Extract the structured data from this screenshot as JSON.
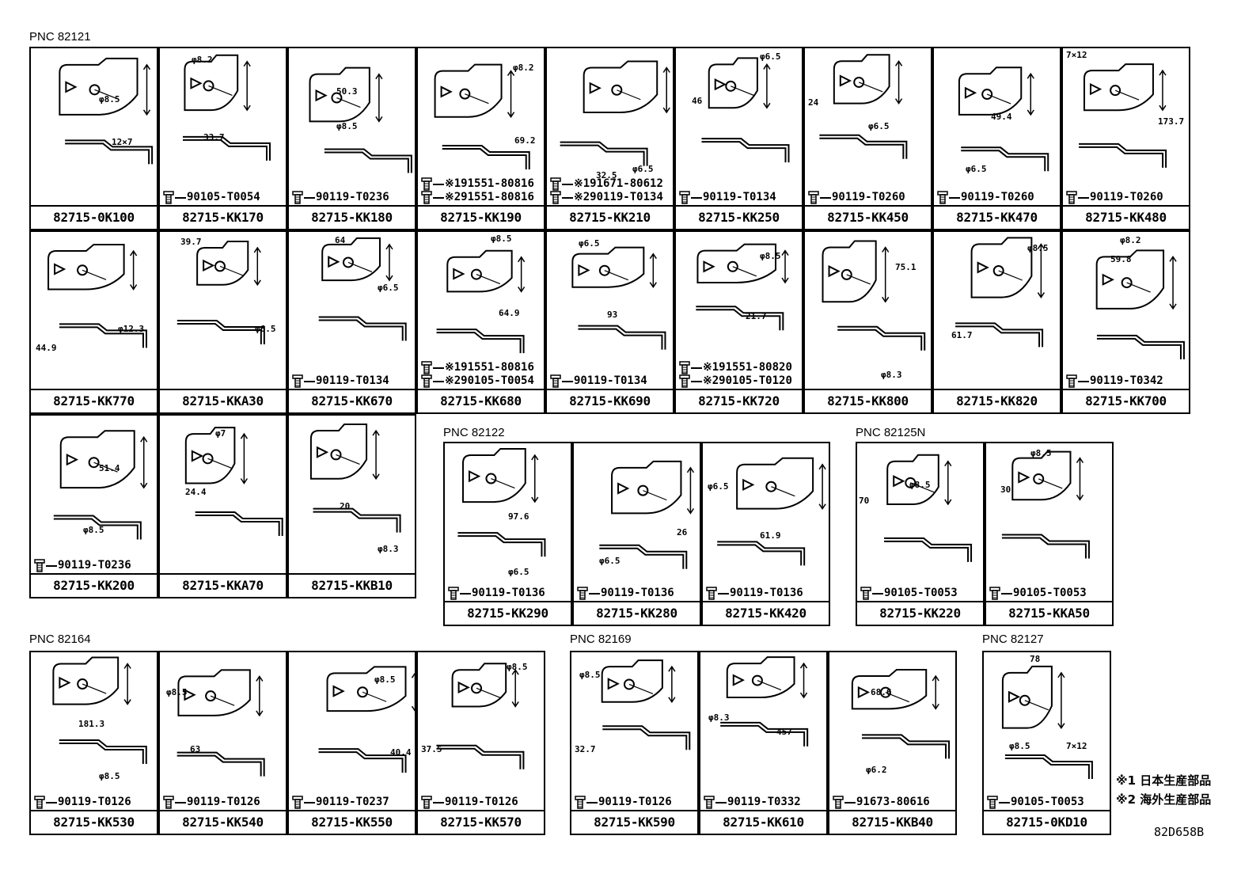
{
  "groups": [
    {
      "title": "PNC 82121",
      "cells": [
        {
          "part": "82715-0K100",
          "dims": [
            "φ8.5",
            "12×7"
          ],
          "bolts": []
        },
        {
          "part": "82715-KK170",
          "dims": [
            "φ8.2",
            "33.7"
          ],
          "bolts": [
            "90105-T0054"
          ]
        },
        {
          "part": "82715-KK180",
          "dims": [
            "50.3",
            "φ8.5"
          ],
          "bolts": [
            "90119-T0236"
          ]
        },
        {
          "part": "82715-KK190",
          "dims": [
            "φ8.2",
            "69.2"
          ],
          "bolts": [
            "※191551-80816",
            "※291551-80816"
          ]
        },
        {
          "part": "82715-KK210",
          "dims": [
            "32.5",
            "φ6.5"
          ],
          "bolts": [
            "※191671-80612",
            "※290119-T0134"
          ]
        },
        {
          "part": "82715-KK250",
          "dims": [
            "φ6.5",
            "46"
          ],
          "bolts": [
            "90119-T0134"
          ]
        },
        {
          "part": "82715-KK450",
          "dims": [
            "24",
            "φ6.5"
          ],
          "bolts": [
            "90119-T0260"
          ]
        },
        {
          "part": "82715-KK470",
          "dims": [
            "49.4",
            "φ6.5"
          ],
          "bolts": [
            "90119-T0260"
          ]
        },
        {
          "part": "82715-KK480",
          "dims": [
            "7×12",
            "173.7"
          ],
          "bolts": [
            "90119-T0260"
          ]
        },
        {
          "part": "82715-KK770",
          "dims": [
            "φ12.3",
            "44.9"
          ],
          "bolts": []
        },
        {
          "part": "82715-KKA30",
          "dims": [
            "39.7",
            "φ6.5"
          ],
          "bolts": []
        },
        {
          "part": "82715-KK670",
          "dims": [
            "64",
            "φ6.5"
          ],
          "bolts": [
            "90119-T0134"
          ]
        },
        {
          "part": "82715-KK680",
          "dims": [
            "φ8.5",
            "64.9"
          ],
          "bolts": [
            "※191551-80816",
            "※290105-T0054"
          ]
        },
        {
          "part": "82715-KK690",
          "dims": [
            "φ6.5",
            "93"
          ],
          "bolts": [
            "90119-T0134"
          ]
        },
        {
          "part": "82715-KK720",
          "dims": [
            "φ8.5",
            "21.7"
          ],
          "bolts": [
            "※191551-80820",
            "※290105-T0120"
          ]
        },
        {
          "part": "82715-KK800",
          "dims": [
            "75.1",
            "φ8.3"
          ],
          "bolts": []
        },
        {
          "part": "82715-KK820",
          "dims": [
            "φ8.5",
            "61.7"
          ],
          "bolts": []
        },
        {
          "part": "82715-KK700",
          "dims": [
            "φ8.2",
            "59.8"
          ],
          "bolts": [
            "90119-T0342"
          ]
        },
        {
          "part": "82715-KK200",
          "dims": [
            "51.4",
            "φ8.5"
          ],
          "bolts": [
            "90119-T0236"
          ]
        },
        {
          "part": "82715-KKA70",
          "dims": [
            "φ7",
            "24.4"
          ],
          "bolts": []
        },
        {
          "part": "82715-KKB10",
          "dims": [
            "20",
            "φ8.3"
          ],
          "bolts": []
        }
      ]
    },
    {
      "title": "PNC 82122",
      "cells": [
        {
          "part": "82715-KK290",
          "dims": [
            "97.6",
            "φ6.5"
          ],
          "bolts": [
            "90119-T0136"
          ]
        },
        {
          "part": "82715-KK280",
          "dims": [
            "26",
            "φ6.5"
          ],
          "bolts": [
            "90119-T0136"
          ]
        },
        {
          "part": "82715-KK420",
          "dims": [
            "φ6.5",
            "61.9"
          ],
          "bolts": [
            "90119-T0136"
          ]
        }
      ]
    },
    {
      "title": "PNC 82125N",
      "cells": [
        {
          "part": "82715-KK220",
          "dims": [
            "φ8.5",
            "70"
          ],
          "bolts": [
            "90105-T0053"
          ]
        },
        {
          "part": "82715-KKA50",
          "dims": [
            "30",
            "φ8.5"
          ],
          "bolts": [
            "90105-T0053"
          ]
        }
      ]
    },
    {
      "title": "PNC 82164",
      "cells": [
        {
          "part": "82715-KK530",
          "dims": [
            "181.3",
            "φ8.5"
          ],
          "bolts": [
            "90119-T0126"
          ]
        },
        {
          "part": "82715-KK540",
          "dims": [
            "φ8.5",
            "63"
          ],
          "bolts": [
            "90119-T0126"
          ]
        },
        {
          "part": "82715-KK550",
          "dims": [
            "φ8.5",
            "40.4"
          ],
          "bolts": [
            "90119-T0237"
          ]
        },
        {
          "part": "82715-KK570",
          "dims": [
            "φ8.5",
            "37.5"
          ],
          "bolts": [
            "90119-T0126"
          ]
        }
      ]
    },
    {
      "title": "PNC 82169",
      "cells": [
        {
          "part": "82715-KK590",
          "dims": [
            "φ8.5",
            "32.7"
          ],
          "bolts": [
            "90119-T0126"
          ]
        },
        {
          "part": "82715-KK610",
          "dims": [
            "φ8.3",
            "457"
          ],
          "bolts": [
            "90119-T0332"
          ]
        },
        {
          "part": "82715-KKB40",
          "dims": [
            "68.6",
            "φ6.2"
          ],
          "bolts": [
            "91673-80616"
          ]
        }
      ]
    },
    {
      "title": "PNC 82127",
      "cells": [
        {
          "part": "82715-0KD10",
          "dims": [
            "78",
            "φ8.5",
            "7×12"
          ],
          "bolts": [
            "90105-T0053"
          ]
        }
      ]
    }
  ],
  "legend": [
    "※1 日本生産部品",
    "※2 海外生産部品"
  ],
  "doc_id": "82D658B"
}
